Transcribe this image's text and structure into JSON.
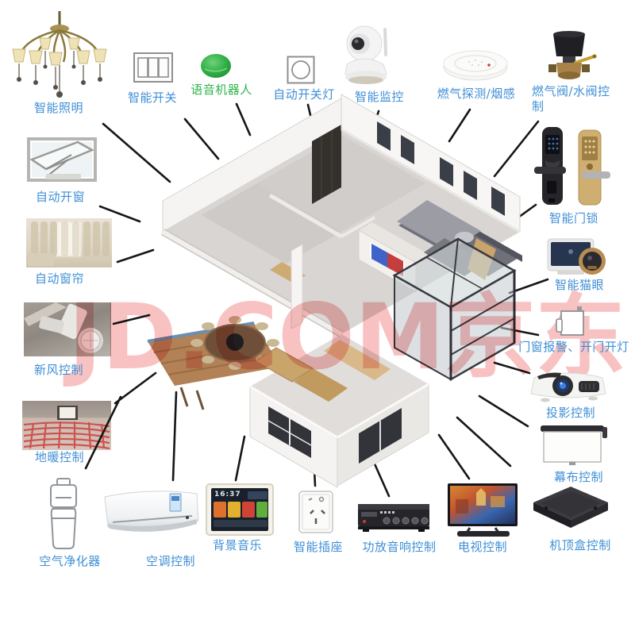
{
  "watermark": {
    "text": "JD.COM京东",
    "color": "#ee6c6c"
  },
  "colors": {
    "label_blue": "#3f8fd6",
    "label_green": "#2fb44c",
    "connector_line": "#161616",
    "background": "#ffffff"
  },
  "diagram_title": "smart-home-system-diagram",
  "devices": {
    "smart_lighting": {
      "label": "智能照明"
    },
    "smart_switch": {
      "label": "智能开关"
    },
    "voice_robot": {
      "label": "语音机器人"
    },
    "auto_light": {
      "label": "自动开关灯"
    },
    "smart_monitor": {
      "label": "智能监控"
    },
    "gas_smoke_detector": {
      "label": "燃气探测/烟感"
    },
    "gas_water_valve": {
      "label": "燃气阀/水阀控制"
    },
    "smart_door_lock": {
      "label": "智能门锁"
    },
    "smart_peephole": {
      "label": "智能猫眼"
    },
    "door_window_alarm": {
      "label": "门窗报警、开门开灯"
    },
    "projector_control": {
      "label": "投影控制"
    },
    "screen_control": {
      "label": "幕布控制"
    },
    "settop_box_control": {
      "label": "机顶盒控制"
    },
    "tv_control": {
      "label": "电视控制"
    },
    "amplifier_control": {
      "label": "功放音响控制"
    },
    "smart_socket": {
      "label": "智能插座"
    },
    "background_music": {
      "label": "背景音乐",
      "screen_time": "16:37"
    },
    "ac_control": {
      "label": "空调控制"
    },
    "air_purifier": {
      "label": "空气净化器"
    },
    "floor_heating": {
      "label": "地暖控制"
    },
    "fresh_air": {
      "label": "新风控制"
    },
    "auto_curtain": {
      "label": "自动窗帘"
    },
    "auto_window": {
      "label": "自动开窗"
    }
  }
}
